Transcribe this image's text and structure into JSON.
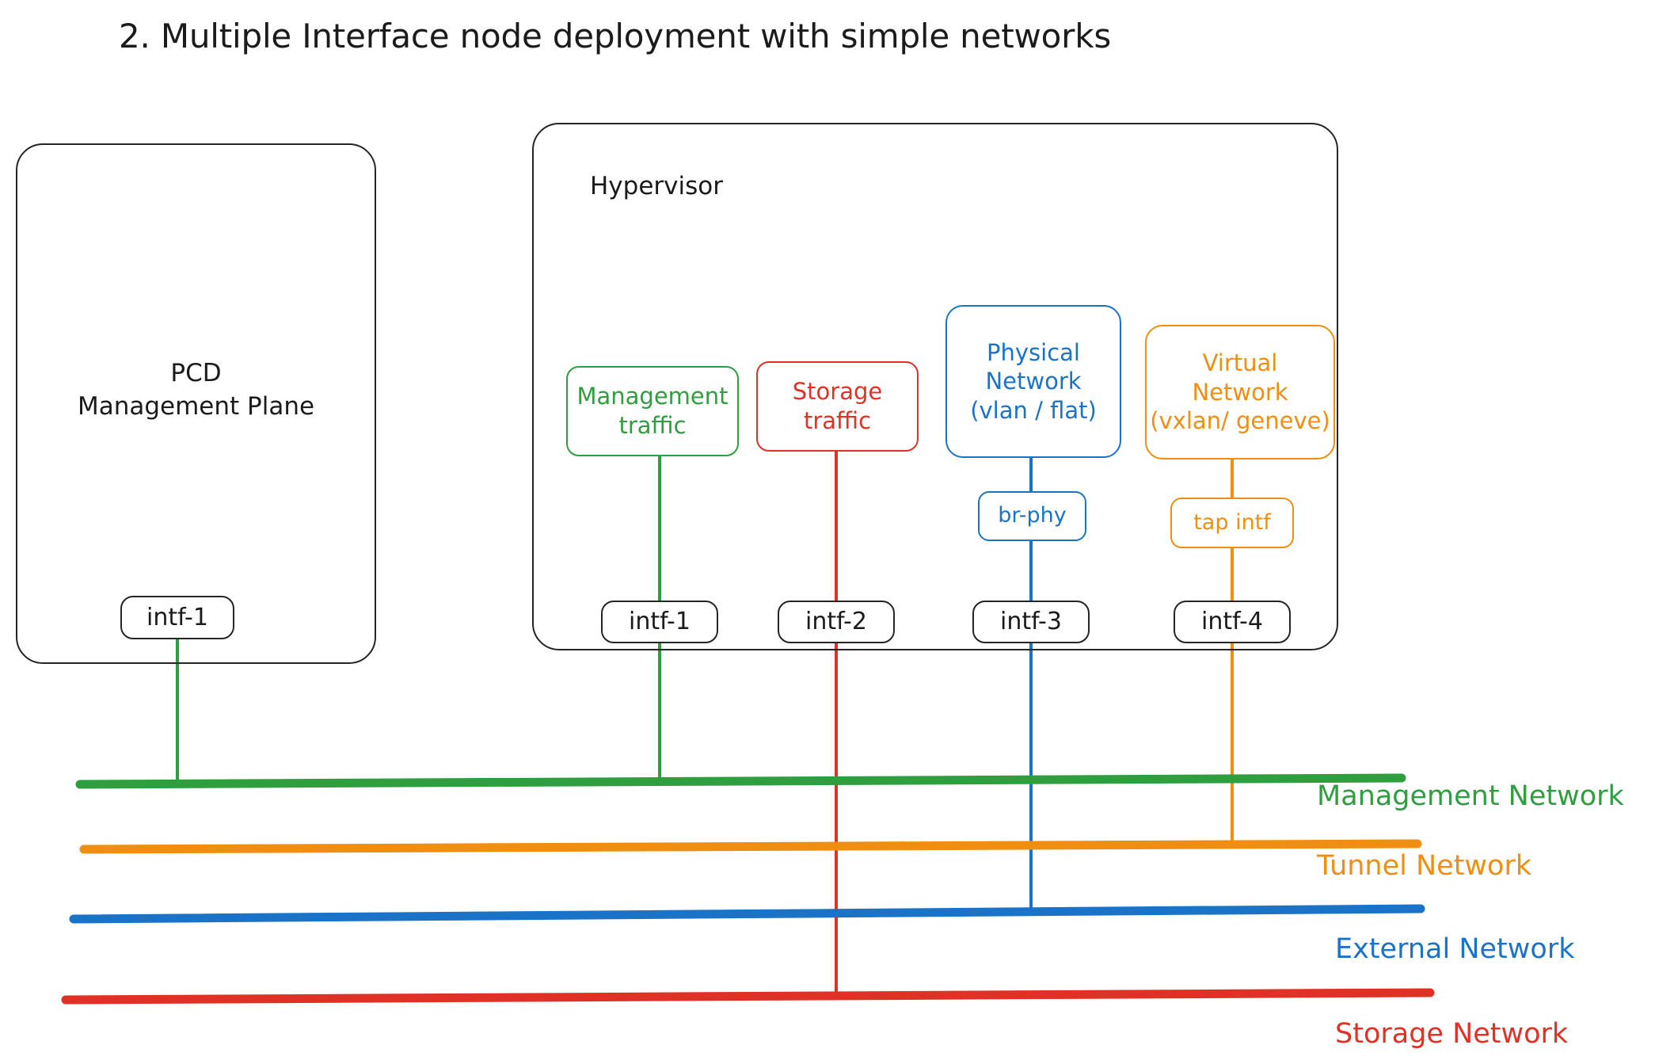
{
  "title": "2. Multiple Interface node deployment with simple networks",
  "pcd_panel": {
    "name": "PCD Management Plane",
    "line1": "PCD",
    "line2": "Management Plane",
    "interfaces": [
      {
        "label": "intf-1"
      }
    ]
  },
  "hypervisor_panel": {
    "caption": "Hypervisor",
    "traffic_boxes": [
      {
        "id": "management-traffic",
        "line1": "Management",
        "line2": "traffic",
        "color": "#2e9e3e"
      },
      {
        "id": "storage-traffic",
        "line1": "Storage",
        "line2": "traffic",
        "color": "#e03127"
      }
    ],
    "network_boxes": [
      {
        "id": "physical-network",
        "line1": "Physical",
        "line2": "Network",
        "line3": "(vlan / flat)",
        "color": "#1b73c8",
        "child": {
          "label": "br-phy"
        }
      },
      {
        "id": "virtual-network",
        "line1": "Virtual",
        "line2": "Network",
        "line3": "(vxlan/ geneve)",
        "color": "#ef8e10",
        "child": {
          "label": "tap intf"
        }
      }
    ],
    "interfaces": [
      {
        "label": "intf-1",
        "link_color": "#2e9e3e"
      },
      {
        "label": "intf-2",
        "link_color": "#e03127"
      },
      {
        "label": "intf-3",
        "link_color": "#1b73c8"
      },
      {
        "label": "intf-4",
        "link_color": "#ef8e10"
      }
    ]
  },
  "networks": [
    {
      "id": "management-network",
      "label": "Management Network",
      "color": "#2e9e3e"
    },
    {
      "id": "tunnel-network",
      "label": "Tunnel Network",
      "color": "#ef8e10"
    },
    {
      "id": "external-network",
      "label": "External Network",
      "color": "#1b73c8"
    },
    {
      "id": "storage-network",
      "label": "Storage Network",
      "color": "#e03127"
    }
  ],
  "colors": {
    "green": "#2e9e3e",
    "red": "#e03127",
    "blue": "#1b73c8",
    "orange": "#ef8e10",
    "outline": "#252525",
    "text": "#1b1b1b"
  }
}
